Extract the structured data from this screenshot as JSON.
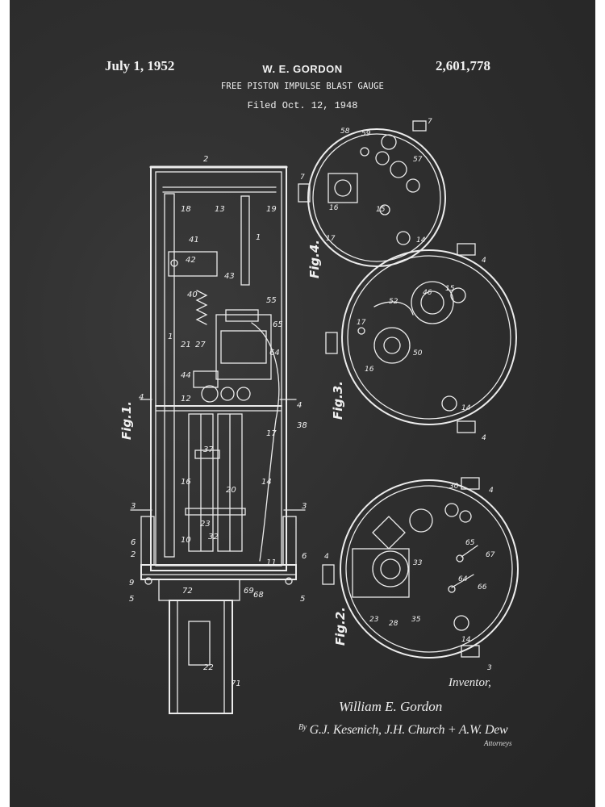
{
  "header": {
    "date": "July 1, 1952",
    "inventor_short": "W. E. GORDON",
    "title": "FREE PISTON IMPULSE BLAST GAUGE",
    "filed": "Filed Oct. 12, 1948",
    "patent_number": "2,601,778"
  },
  "figures": {
    "fig1": "Fig.1.",
    "fig2": "Fig.2.",
    "fig3": "Fig.3.",
    "fig4": "Fig.4."
  },
  "footer": {
    "inventor_label": "Inventor,",
    "inventor_name": "William E. Gordon",
    "by": "By",
    "signature": "G.J. Kesenich, J.H. Church + A.W. Dew",
    "attorneys": "Attorneys"
  },
  "colors": {
    "chalkboard": "#2e2e2e",
    "chalk": "#f0f0f0"
  }
}
